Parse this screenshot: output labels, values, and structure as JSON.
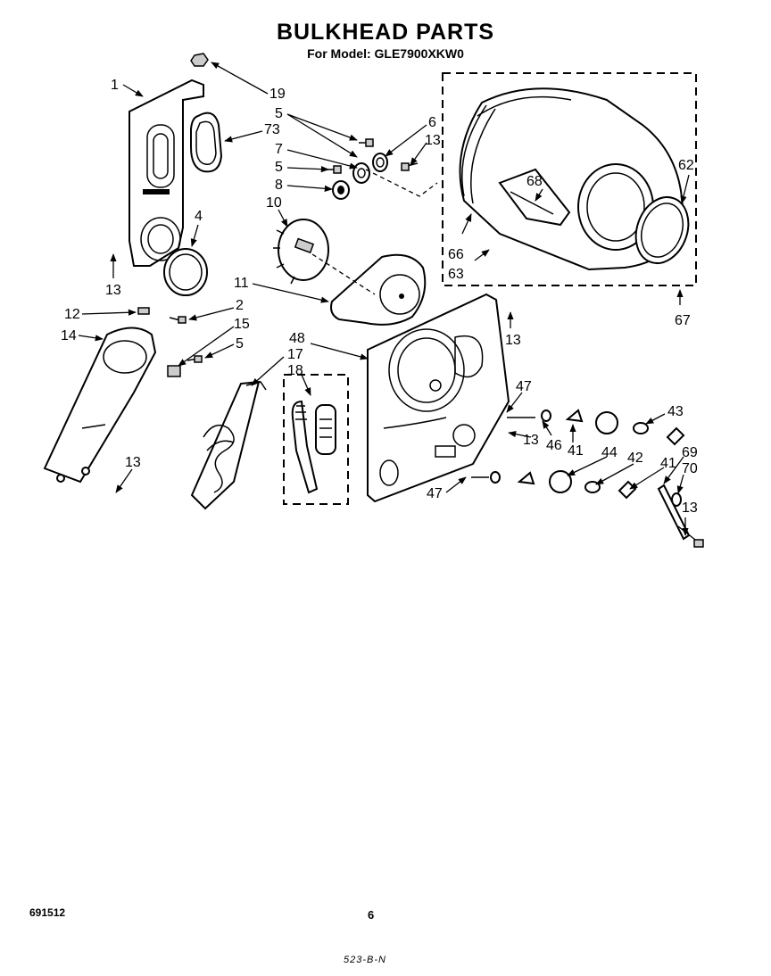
{
  "header": {
    "title": "BULKHEAD PARTS",
    "subtitle": "For Model: GLE7900XKW0"
  },
  "callouts": [
    "1",
    "19",
    "5",
    "73",
    "6",
    "7",
    "13",
    "5",
    "8",
    "4",
    "10",
    "13",
    "11",
    "12",
    "2",
    "15",
    "5",
    "14",
    "48",
    "17",
    "18",
    "13",
    "47",
    "43",
    "13",
    "46",
    "41",
    "44",
    "42",
    "41",
    "69",
    "70",
    "13",
    "47",
    "13",
    "66",
    "63",
    "62",
    "68",
    "67",
    "13"
  ],
  "footer": {
    "doc_number": "691512",
    "page_number": "6",
    "code": "523-B-N"
  }
}
